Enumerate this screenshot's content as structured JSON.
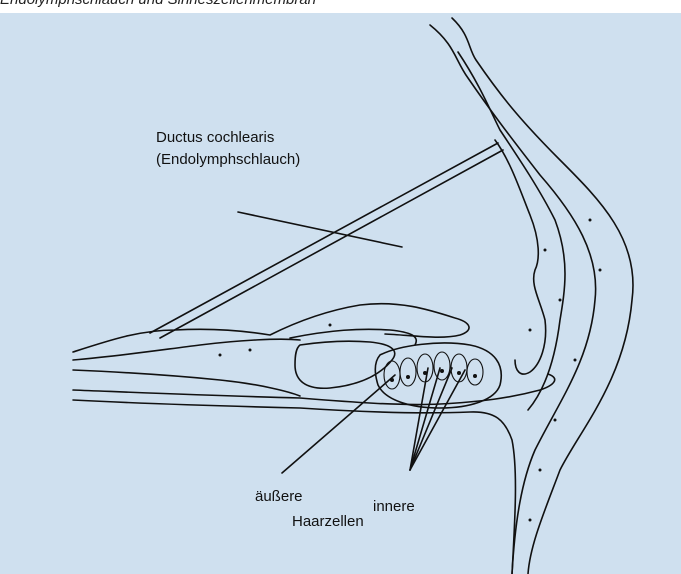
{
  "figure": {
    "caption": "Endolymphschlauch und Sinneszellenmembran",
    "background_color": "#cfe0ef",
    "line_color": "#111111"
  },
  "labels": {
    "ductus_line1": "Ductus cochlearis",
    "ductus_line2": "(Endolymphschlauch)",
    "outer": "äußere",
    "inner": "innere",
    "hair_cells": "Haarzellen"
  }
}
